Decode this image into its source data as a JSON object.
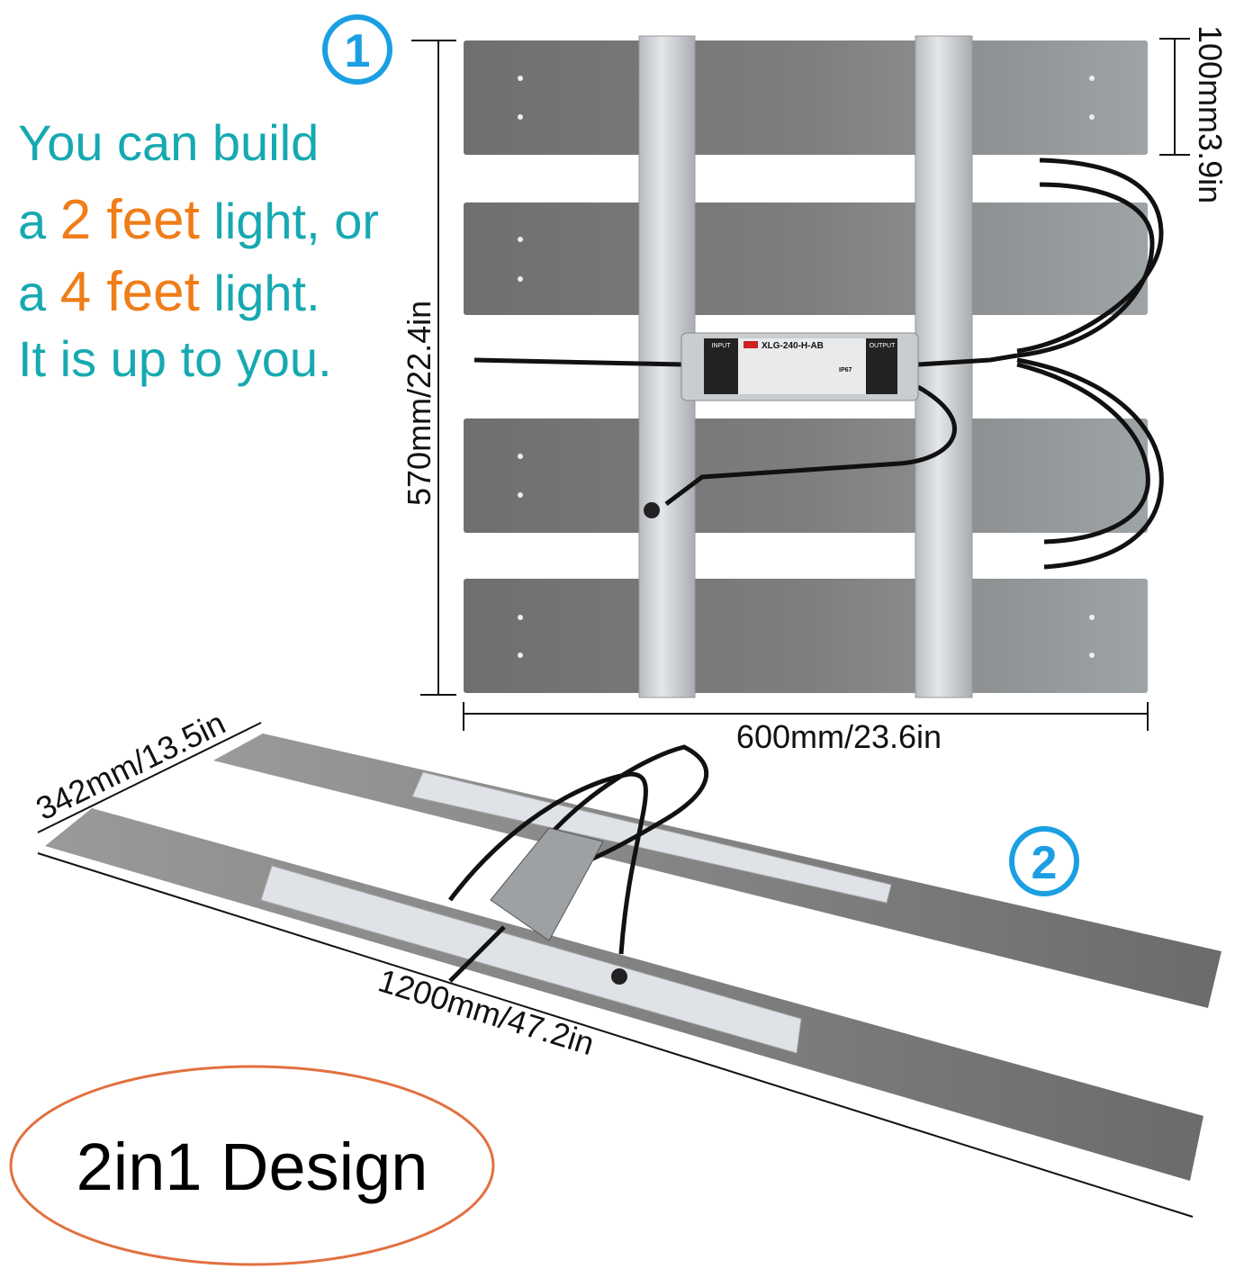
{
  "pitch": {
    "line1": "You can build",
    "line2_a": "a ",
    "line2_b": "2 feet",
    "line2_c": " light, or",
    "line3_a": "a ",
    "line3_b": "4 feet",
    "line3_c": " light.",
    "line4": "It is up to you."
  },
  "badges": {
    "one": "1",
    "two": "2"
  },
  "dimensions": {
    "height": "570mm/22.4in",
    "width": "600mm/23.6in",
    "bar_width": "100mm3.9in",
    "depth": "342mm/13.5in",
    "length": "1200mm/47.2in"
  },
  "driver": {
    "model": "XLG-240-H-AB",
    "input": "INPUT",
    "output": "OUTPUT",
    "rating": "IP67"
  },
  "design_label": "2in1 Design",
  "colors": {
    "teal": "#17a9b1",
    "orange": "#f07d17",
    "badge": "#1b9fe2",
    "ellipse": "#e2703f"
  }
}
